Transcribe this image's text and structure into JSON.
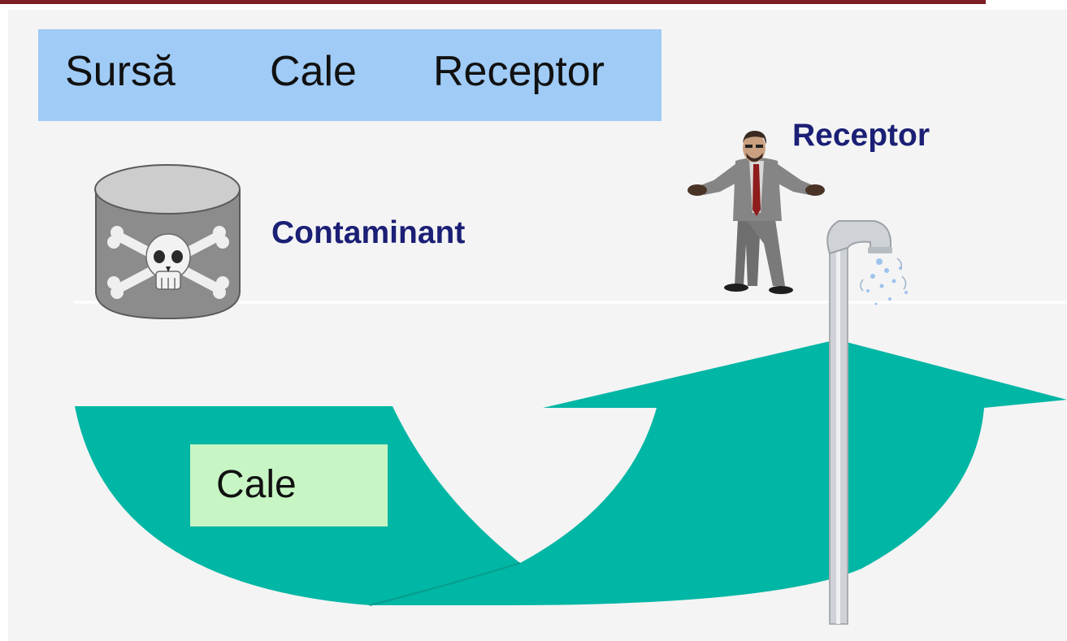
{
  "header": {
    "source": "Sursă",
    "path": "Cale",
    "receptor": "Receptor"
  },
  "labels": {
    "contaminant": "Contaminant",
    "receptor": "Receptor",
    "path": "Cale"
  },
  "icons": {
    "barrel": "toxic-barrel-icon",
    "person": "person-icon",
    "tap": "water-tap-icon"
  },
  "colors": {
    "header_band": "#9fcbf6",
    "path_arrow": "#00b6a4",
    "path_label_box": "#c7f6c4",
    "label_text": "#1b1f75",
    "top_rule": "#7a1f24"
  }
}
